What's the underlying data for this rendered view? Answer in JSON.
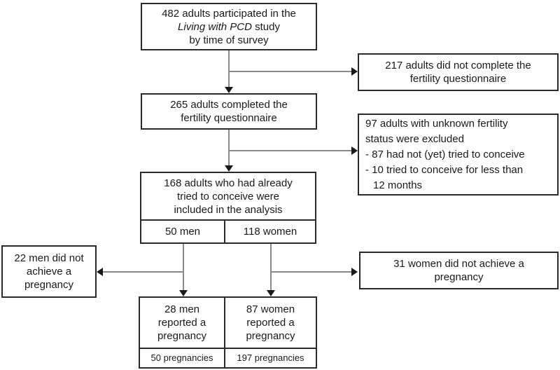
{
  "diagram_type": "study-flow-chart",
  "boxes": {
    "participated": {
      "line1": "482 adults participated in the",
      "line2_italic": "Living with PCD",
      "line2_rest": " study",
      "line3": "by time of survey"
    },
    "not_completed": {
      "line1": "217 adults did not complete the",
      "line2": "fertility questionnaire"
    },
    "completed": {
      "line1": "265 adults completed the",
      "line2": "fertility questionnaire"
    },
    "excluded": {
      "line1": "97 adults with unknown fertility",
      "line2": "status were excluded",
      "line3": "- 87 had not (yet) tried to conceive",
      "line4": "- 10 tried to conceive for less than",
      "line5": "12 months"
    },
    "included": {
      "line1": "168 adults who had already",
      "line2": "tried to conceive were",
      "line3": "included in the analysis",
      "men_cell": "50 men",
      "women_cell": "118 women"
    },
    "men_no_pregnancy": {
      "line1": "22 men did not",
      "line2": "achieve a",
      "line3": "pregnancy"
    },
    "women_no_pregnancy": {
      "line1": "31 women did not achieve a",
      "line2": "pregnancy"
    },
    "men_pregnancy": {
      "line1": "28 men",
      "line2": "reported a",
      "line3": "pregnancy",
      "total": "50 pregnancies"
    },
    "women_pregnancy": {
      "line1": "87 women",
      "line2": "reported a",
      "line3": "pregnancy",
      "total": "197 pregnancies"
    }
  },
  "colors": {
    "background": "#ffffff",
    "box_border": "#2b2b2b",
    "connector_line": "#8a8a8a",
    "arrowhead": "#1a1a1a",
    "text": "#1a1a1a"
  }
}
